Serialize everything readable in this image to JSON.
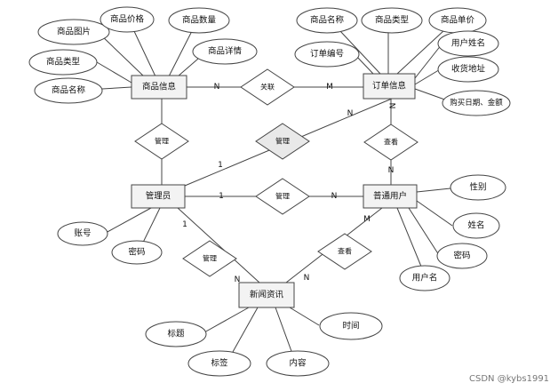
{
  "entities": {
    "product": "商品信息",
    "order": "订单信息",
    "admin": "管理员",
    "user": "普通用户",
    "news": "新闻资讯"
  },
  "attributes": {
    "product_image": "商品图片",
    "product_price": "商品价格",
    "product_quantity": "商品数量",
    "product_detail": "商品详情",
    "product_type": "商品类型",
    "product_name": "商品名称",
    "order_product_name": "商品名称",
    "order_product_type": "商品类型",
    "order_unit_price": "商品单价",
    "order_number": "订单编号",
    "order_username": "用户姓名",
    "order_address": "收货地址",
    "order_date_amount": "购买日期、金额",
    "admin_account": "账号",
    "admin_password": "密码",
    "user_gender": "性别",
    "user_name": "姓名",
    "user_password": "密码",
    "user_username": "用户名",
    "news_title": "标题",
    "news_time": "时间",
    "news_tag": "标签",
    "news_content": "内容"
  },
  "relationships": {
    "product_order": "关联",
    "admin_product": "管理",
    "admin_order": "管理",
    "admin_user": "管理",
    "admin_news": "管理",
    "user_order": "查看",
    "user_news": "查看"
  },
  "cardinalities": {
    "product_side": "N",
    "order_side": "M",
    "admin_order_admin": "1",
    "admin_order_order": "N",
    "admin_user_admin": "1",
    "admin_user_user": "N",
    "user_order_user": "N",
    "user_order_order": "N",
    "admin_news_admin": "1",
    "admin_news_news": "N",
    "user_news_user": "M",
    "user_news_news": "N"
  },
  "watermark": "CSDN @kybs1991"
}
